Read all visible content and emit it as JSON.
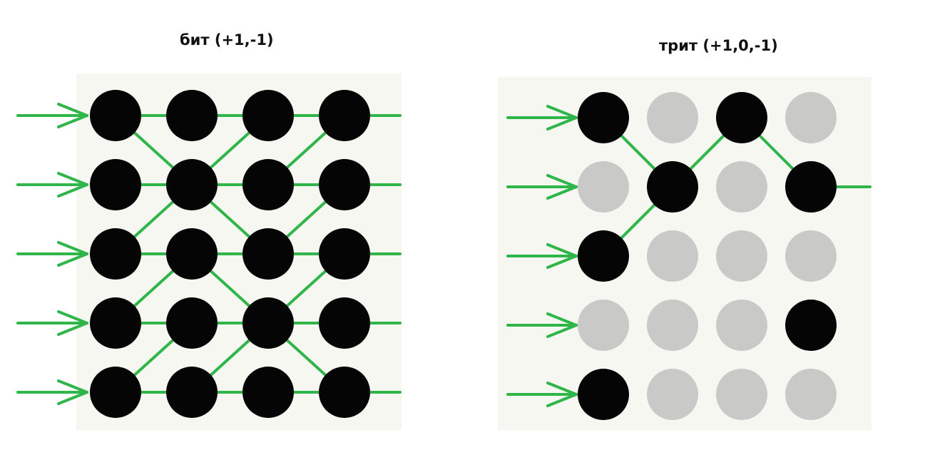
{
  "left_panel": {
    "title": "бит (+1,-1)",
    "rows": 5,
    "cols": 4,
    "states": [
      [
        1,
        1,
        1,
        1
      ],
      [
        1,
        1,
        1,
        1
      ],
      [
        1,
        1,
        1,
        1
      ],
      [
        1,
        1,
        1,
        1
      ],
      [
        1,
        1,
        1,
        1
      ]
    ],
    "edges": [
      [
        0,
        0,
        0,
        1
      ],
      [
        0,
        1,
        0,
        2
      ],
      [
        0,
        2,
        0,
        3
      ],
      [
        0,
        3,
        "out"
      ],
      [
        1,
        0,
        1,
        1
      ],
      [
        1,
        1,
        1,
        2
      ],
      [
        1,
        2,
        1,
        3
      ],
      [
        1,
        3,
        "out"
      ],
      [
        2,
        0,
        2,
        1
      ],
      [
        2,
        1,
        2,
        2
      ],
      [
        2,
        2,
        2,
        3
      ],
      [
        2,
        3,
        "out"
      ],
      [
        3,
        0,
        3,
        1
      ],
      [
        3,
        1,
        3,
        2
      ],
      [
        3,
        2,
        3,
        3
      ],
      [
        3,
        3,
        "out"
      ],
      [
        4,
        0,
        4,
        1
      ],
      [
        4,
        1,
        4,
        2
      ],
      [
        4,
        2,
        4,
        3
      ],
      [
        4,
        3,
        "out"
      ],
      [
        0,
        0,
        1,
        1
      ],
      [
        1,
        1,
        0,
        2
      ],
      [
        1,
        2,
        0,
        3
      ],
      [
        2,
        0,
        1,
        1
      ],
      [
        1,
        1,
        2,
        2
      ],
      [
        2,
        2,
        1,
        3
      ],
      [
        2,
        1,
        3,
        2
      ],
      [
        3,
        2,
        2,
        3
      ],
      [
        3,
        0,
        2,
        1
      ],
      [
        3,
        1,
        4,
        0
      ],
      [
        4,
        1,
        3,
        2
      ],
      [
        3,
        2,
        4,
        3
      ]
    ]
  },
  "right_panel": {
    "title": "трит (+1,0,-1)",
    "rows": 5,
    "cols": 4,
    "states": [
      [
        1,
        0,
        1,
        0
      ],
      [
        0,
        1,
        0,
        1
      ],
      [
        1,
        0,
        0,
        0
      ],
      [
        0,
        0,
        0,
        1
      ],
      [
        1,
        0,
        0,
        0
      ]
    ],
    "edges": [
      [
        0,
        0,
        1,
        1
      ],
      [
        1,
        1,
        0,
        2
      ],
      [
        0,
        2,
        1,
        3
      ],
      [
        2,
        0,
        1,
        1
      ],
      [
        1,
        3,
        "out"
      ]
    ]
  },
  "colors": {
    "active_node": "#050505",
    "zero_node": "#c9c9c7",
    "connection": "#2fb54a",
    "panel_bg": "#f6f7f1"
  }
}
